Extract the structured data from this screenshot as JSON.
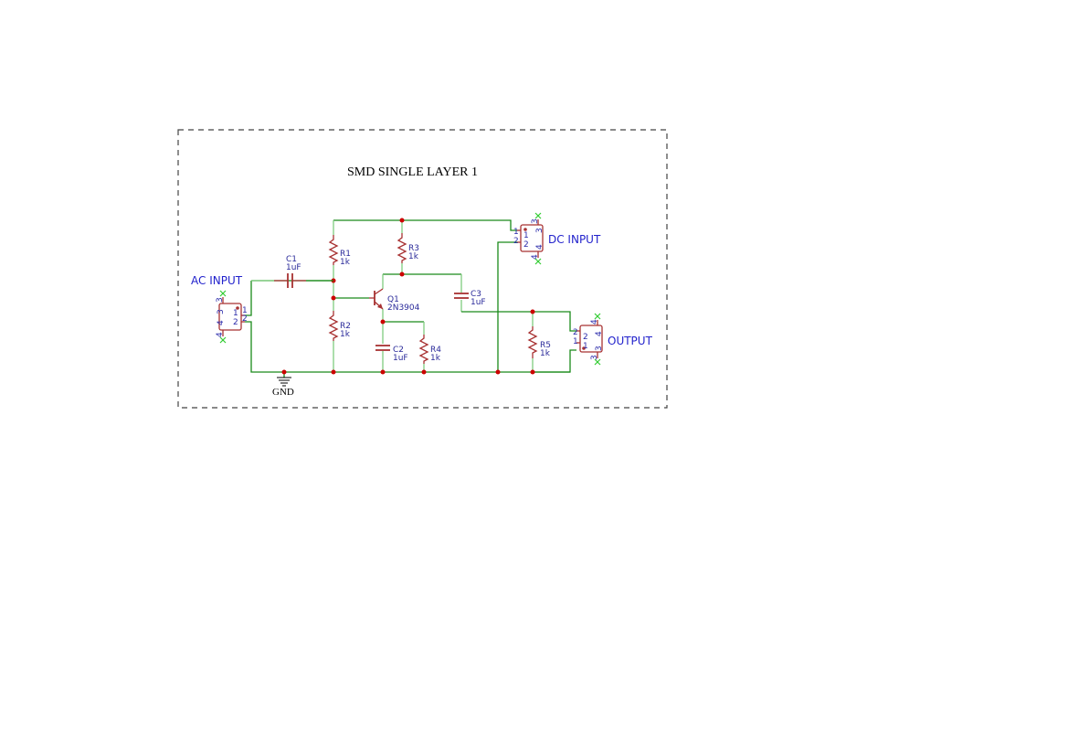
{
  "sheet": {
    "title": "SMD SINGLE LAYER 1"
  },
  "components": {
    "R1": {
      "ref": "R1",
      "value": "1k"
    },
    "R2": {
      "ref": "R2",
      "value": "1k"
    },
    "R3": {
      "ref": "R3",
      "value": "1k"
    },
    "R4": {
      "ref": "R4",
      "value": "1k"
    },
    "R5": {
      "ref": "R5",
      "value": "1k"
    },
    "C1": {
      "ref": "C1",
      "value": "1uF"
    },
    "C2": {
      "ref": "C2",
      "value": "1uF"
    },
    "C3": {
      "ref": "C3",
      "value": "1uF"
    },
    "Q1": {
      "ref": "Q1",
      "value": "2N3904"
    }
  },
  "connectors": {
    "ac_input": {
      "label": "AC INPUT",
      "pins": [
        "1",
        "2",
        "3",
        "4"
      ]
    },
    "dc_input": {
      "label": "DC INPUT",
      "pins": [
        "1",
        "2",
        "3",
        "4"
      ]
    },
    "output": {
      "label": "OUTPUT",
      "pins": [
        "1",
        "2",
        "3",
        "4"
      ]
    }
  },
  "power": {
    "gnd_label": "GND"
  },
  "colors": {
    "wire": "#1a8a1a",
    "component": "#a83232",
    "junction": "#cc0000",
    "reference_text": "#2a2a9a",
    "net_label": "#2222cc",
    "no_connect": "#33cc33"
  }
}
